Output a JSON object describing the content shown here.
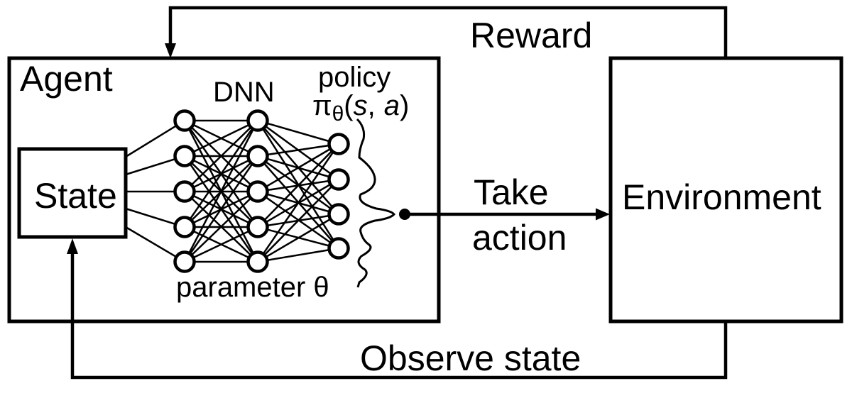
{
  "agent": {
    "label": "Agent"
  },
  "environment": {
    "label": "Environment"
  },
  "state": {
    "label": "State"
  },
  "network": {
    "label": "DNN",
    "parameter_label": "parameter θ",
    "layer_sizes": [
      5,
      5,
      4
    ]
  },
  "policy": {
    "label": "policy",
    "formula": {
      "pi": "π",
      "theta": "θ",
      "open": "(",
      "s": "s",
      "comma": ",",
      "a": "a",
      "close": ")"
    }
  },
  "flows": {
    "reward": "Reward",
    "take_action": [
      "Take",
      "action"
    ],
    "observe_state": "Observe state"
  },
  "colors": {
    "ink": "#000000",
    "background": "#ffffff"
  }
}
